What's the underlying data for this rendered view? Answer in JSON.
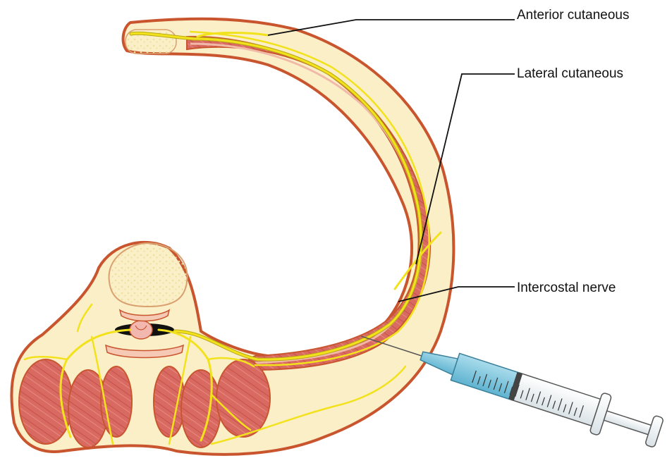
{
  "labels": {
    "anterior": "Anterior cutaneous",
    "lateral": "Lateral cutaneous",
    "intercostal": "Intercostal nerve"
  },
  "colors": {
    "skin_fill": "#fbefc7",
    "skin_outline": "#c9552f",
    "muscle": "#d7605a",
    "muscle_light": "#e79a8c",
    "nerve": "#f2e21c",
    "nerve_edge": "#b8a815",
    "fat_dots": "#eee2a8",
    "syringe_barrel": "#f4f7f8",
    "syringe_fluid": "#7fc4dc",
    "leader_line": "#111111"
  },
  "icons": {
    "syringe": "syringe-icon",
    "spinal_cord": "spinal-cord-icon",
    "vertebra": "vertebra-icon"
  }
}
